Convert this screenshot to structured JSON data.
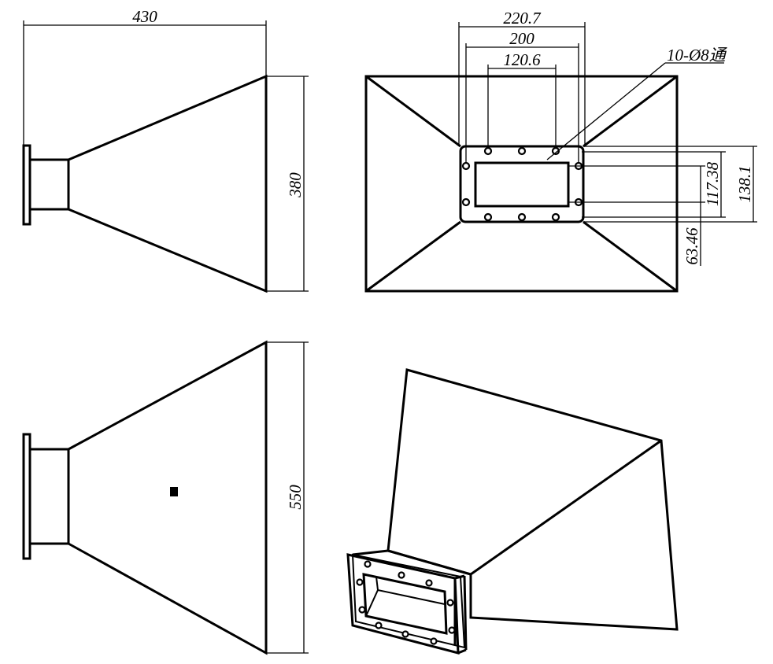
{
  "drawing": {
    "dimensions": {
      "side_length": "430",
      "side_height": "380",
      "bottom_height": "550",
      "flange_outer_width": "220.7",
      "flange_bolt_spacing": "200",
      "aperture_width": "120.6",
      "flange_outer_height": "138.1",
      "flange_bolt_spacing_v": "117.38",
      "aperture_height": "63.46",
      "hole_note": "10-Ø8通"
    }
  }
}
